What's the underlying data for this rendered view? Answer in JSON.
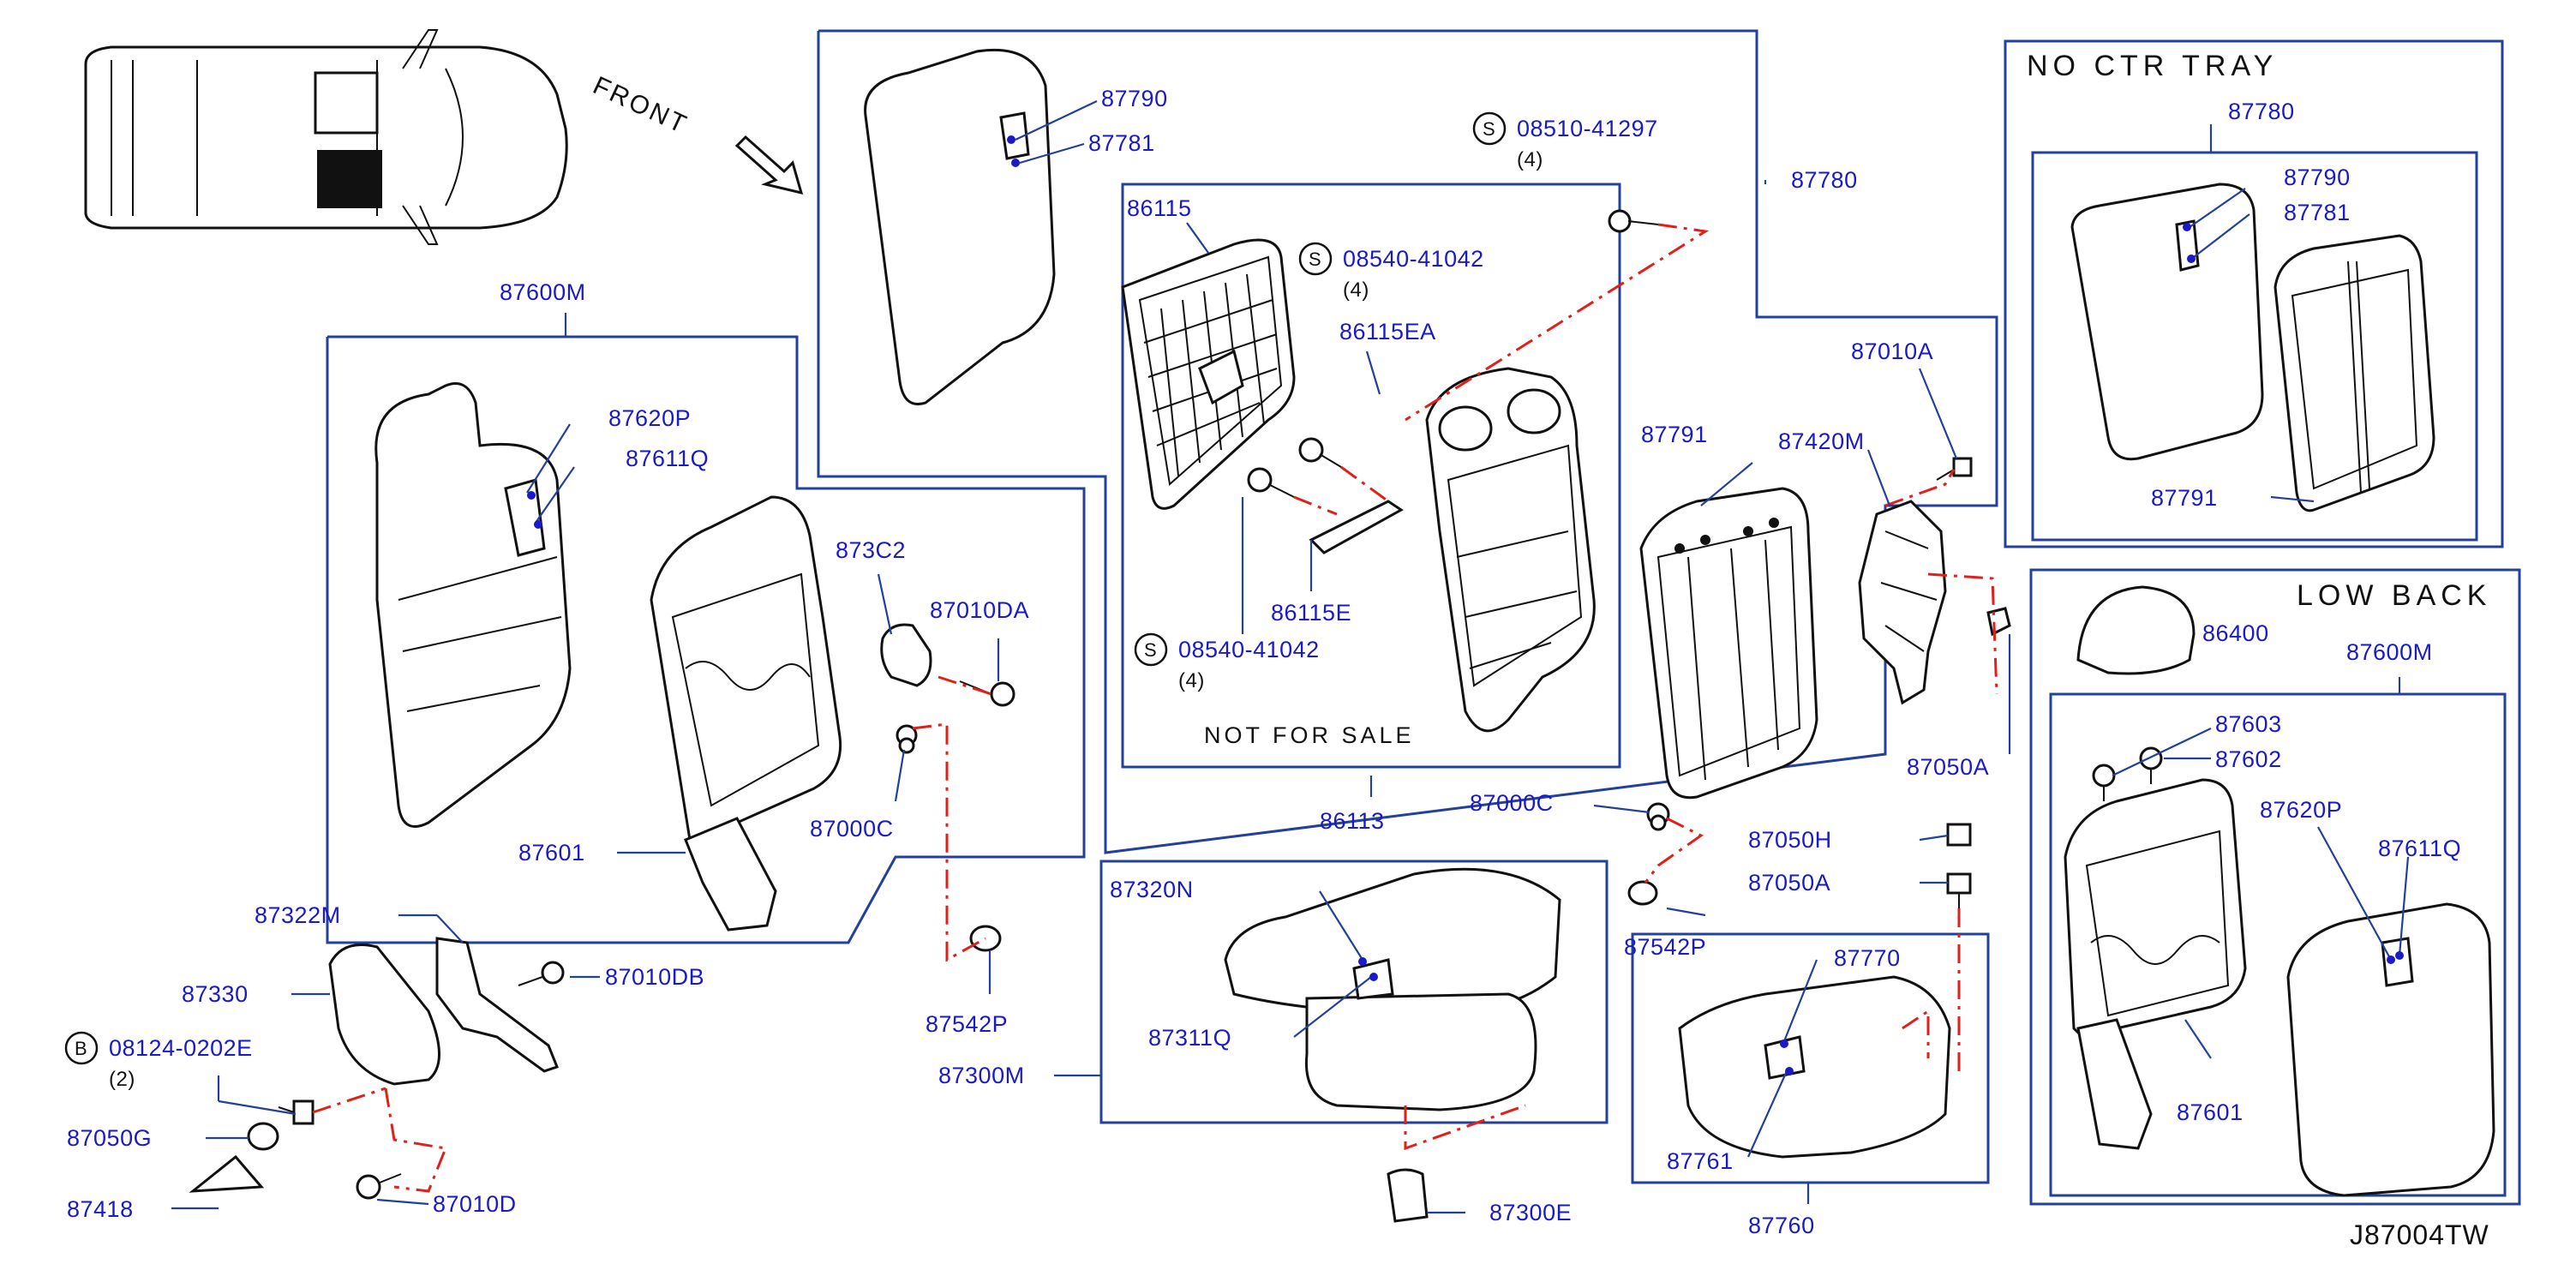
{
  "diagram_code": "J87004TW",
  "direction_label": "FRONT",
  "boxes": {
    "no_ctr_tray": "NO  CTR  TRAY",
    "low_back": "LOW  BACK",
    "not_for_sale": "NOT  FOR  SALE"
  },
  "fasteners": {
    "s1": {
      "badge": "S",
      "code": "08510-41297",
      "qty": "(4)"
    },
    "s2": {
      "badge": "S",
      "code": "08540-41042",
      "qty": "(4)"
    },
    "s3": {
      "badge": "S",
      "code": "08540-41042",
      "qty": "(4)"
    },
    "b1": {
      "badge": "B",
      "code": "08124-0202E",
      "qty": "(2)"
    }
  },
  "labels": {
    "p87790a": "87790",
    "p87781a": "87781",
    "p87780a": "87780",
    "p86115": "86115",
    "p86115ea": "86115EA",
    "p86115e": "86115E",
    "p86113": "86113",
    "p87791a": "87791",
    "p87010a": "87010A",
    "p87420m": "87420M",
    "p87050a_top": "87050A",
    "p87780b": "87780",
    "p87790b": "87790",
    "p87781b": "87781",
    "p87791b": "87791",
    "p87600m": "87600M",
    "p87620p_a": "87620P",
    "p87611q_a": "87611Q",
    "p873c2": "873C2",
    "p87010da": "87010DA",
    "p87000c_a": "87000C",
    "p87601_a": "87601",
    "p87542p_a": "87542P",
    "p87000c_b": "87000C",
    "p87542p_b": "87542P",
    "p87322m": "87322M",
    "p87330": "87330",
    "p87010db": "87010DB",
    "p87050g": "87050G",
    "p87418": "87418",
    "p87010d": "87010D",
    "p87320n": "87320N",
    "p87311q": "87311Q",
    "p87300m": "87300M",
    "p87300e": "87300E",
    "p87050h": "87050H",
    "p87050a_mid": "87050A",
    "p87770": "87770",
    "p87761": "87761",
    "p87760": "87760",
    "p86400": "86400",
    "p87600m_b": "87600M",
    "p87603": "87603",
    "p87602": "87602",
    "p87620p_b": "87620P",
    "p87611q_b": "87611Q",
    "p87601_b": "87601"
  }
}
